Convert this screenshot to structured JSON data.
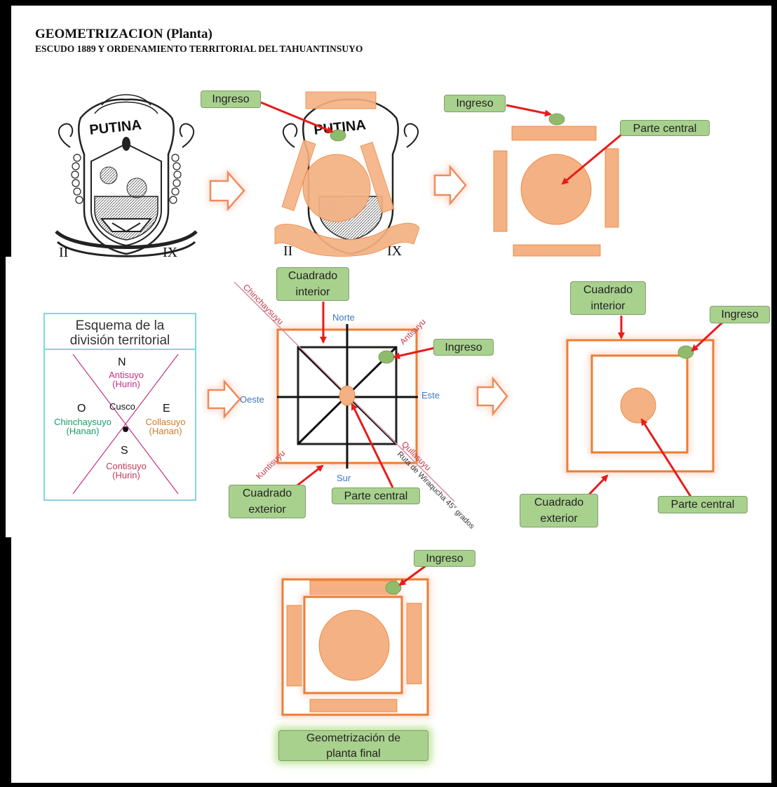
{
  "header": {
    "title": "GEOMETRIZACION (Planta)",
    "subtitle": "ESCUDO 1889 Y ORDENAMIENTO TERRITORIAL DEL TAHUANTINSUYO"
  },
  "emblem": {
    "name": "PUTINA",
    "left_numeral": "II",
    "right_numeral": "IX"
  },
  "labels": {
    "ingreso": "Ingreso",
    "parte_central": "Parte central",
    "cuadrado_interior_line1": "Cuadrado",
    "cuadrado_interior_line2": "interior",
    "cuadrado_exterior_line1": "Cuadrado",
    "cuadrado_exterior_line2": "exterior",
    "final_line1": "Geometrización de",
    "final_line2": "planta final"
  },
  "schema": {
    "title_line1": "Esquema de la",
    "title_line2": "división territorial",
    "north": "N",
    "south": "S",
    "east": "E",
    "west": "O",
    "center": "Cusco",
    "antisuyo": "Antisuyo",
    "antisuyo_sub": "(Hurin)",
    "chinchaysuyo": "Chinchaysuyo",
    "chinchaysuyo_sub": "(Hanan)",
    "collasuyo": "Collasuyo",
    "collasuyo_sub": "(Hanan)",
    "contisuyo": "Contisuyo",
    "contisuyo_sub": "(Hurin)"
  },
  "compass": {
    "norte": "Norte",
    "sur": "Sur",
    "este": "Este",
    "oeste": "Oeste",
    "chinchaysuyu": "Chinchaysuyu",
    "antisuyu": "Antisuyu",
    "kuntisuyu": "Kuntisuyu",
    "qullasuyu": "Qullasuyu",
    "ruta": "Ruta de Wiraqucha 45° grados"
  },
  "colors": {
    "shape_fill": "#f4b183",
    "shape_stroke": "#ed7d31",
    "label_fill": "#a9d18e",
    "ingreso_fill": "#8fbc6b",
    "arrow": "#e81b1b",
    "antisuyo": "#c0328a",
    "chinchaysuyo": "#1a9c6a",
    "collasuyo": "#d47a2a",
    "contisuyo": "#c03a5a",
    "compass_text": "#3a78c2",
    "suyu_text": "#c0394b"
  }
}
